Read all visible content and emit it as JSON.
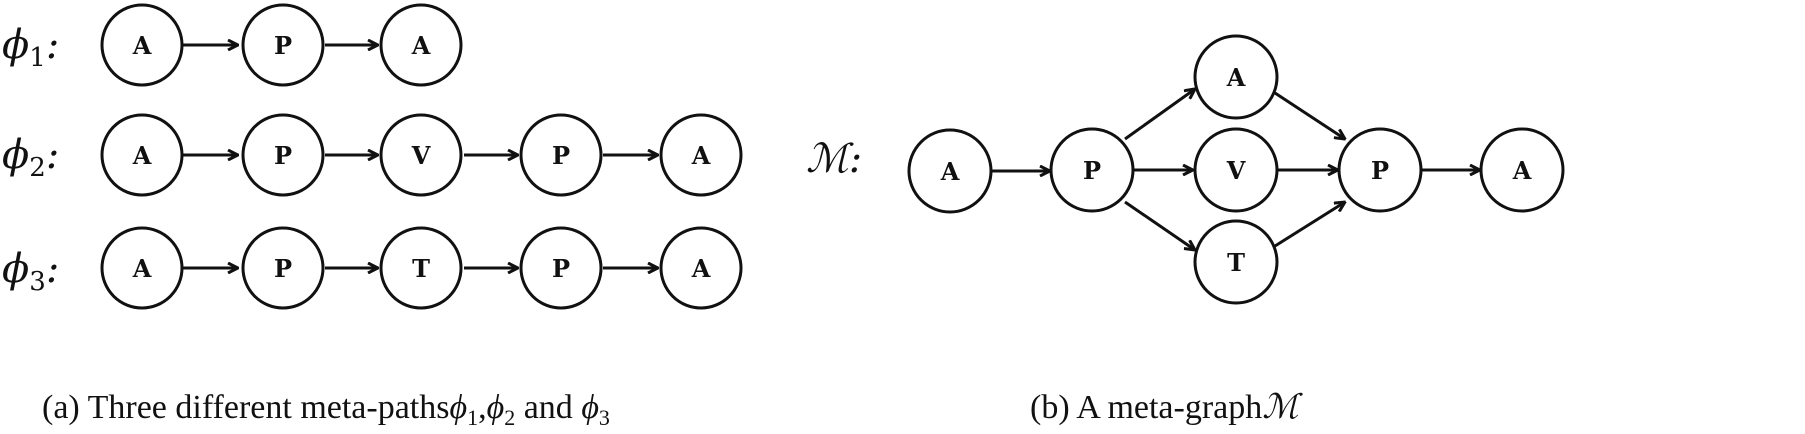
{
  "panel_a": {
    "rows": [
      {
        "label_main": "ϕ",
        "label_sub": "1",
        "label_colon": ":",
        "nodes": [
          "A",
          "P",
          "A"
        ]
      },
      {
        "label_main": "ϕ",
        "label_sub": "2",
        "label_colon": ":",
        "nodes": [
          "A",
          "P",
          "V",
          "P",
          "A"
        ]
      },
      {
        "label_main": "ϕ",
        "label_sub": "3",
        "label_colon": ":",
        "nodes": [
          "A",
          "P",
          "T",
          "P",
          "A"
        ]
      }
    ],
    "caption": {
      "prefix": "(a)  Three different meta-paths",
      "p1": "ϕ",
      "s1": "1",
      "comma": ",",
      "p2": "ϕ",
      "s2": "2",
      "and": " and ",
      "p3": "ϕ",
      "s3": "3"
    }
  },
  "panel_b": {
    "label": "ℳ:",
    "nodes": {
      "n1": "A",
      "n2": "P",
      "n3": "A",
      "n4": "V",
      "n5": "T",
      "n6": "P",
      "n7": "A"
    },
    "caption": {
      "prefix": "(b)  A meta-graph",
      "symbol": "ℳ"
    }
  }
}
